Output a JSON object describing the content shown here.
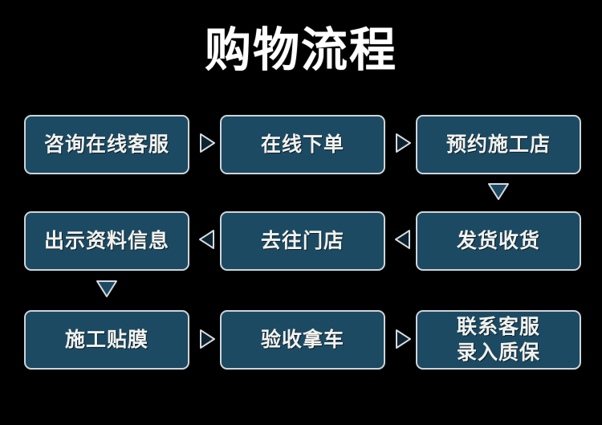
{
  "page": {
    "title": "购物流程",
    "background_color": "#000000",
    "node_fill_color": "#1c4a63",
    "node_border_color": "#cfd4d8",
    "text_color": "#f3f2ee"
  },
  "flow": {
    "rows": [
      {
        "direction": "left-to-right",
        "nodes": [
          {
            "label": "咨询在线客服"
          },
          {
            "label": "在线下单"
          },
          {
            "label": "预约施工店"
          }
        ],
        "connectors": [
          {
            "icon": "arrow-right-icon",
            "symbol": "▷"
          },
          {
            "icon": "arrow-right-icon",
            "symbol": "▷"
          }
        ]
      },
      {
        "direction": "right-to-left",
        "nodes": [
          {
            "label": "出示资料信息"
          },
          {
            "label": "去往门店"
          },
          {
            "label": "发货收货"
          }
        ],
        "connectors": [
          {
            "icon": "arrow-left-icon",
            "symbol": "◁"
          },
          {
            "icon": "arrow-left-icon",
            "symbol": "◁"
          }
        ]
      },
      {
        "direction": "left-to-right",
        "nodes": [
          {
            "label": "施工贴膜"
          },
          {
            "label": "验收拿车"
          },
          {
            "label": "联系客服\n录入质保"
          }
        ],
        "connectors": [
          {
            "icon": "arrow-right-icon",
            "symbol": "▷"
          },
          {
            "icon": "arrow-right-icon",
            "symbol": "▷"
          }
        ]
      }
    ],
    "row_connectors": [
      {
        "icon": "arrow-down-icon",
        "symbol": "▽",
        "from": "预约施工店",
        "to": "发货收货"
      },
      {
        "icon": "arrow-down-icon",
        "symbol": "▽",
        "from": "出示资料信息",
        "to": "施工贴膜"
      }
    ]
  }
}
